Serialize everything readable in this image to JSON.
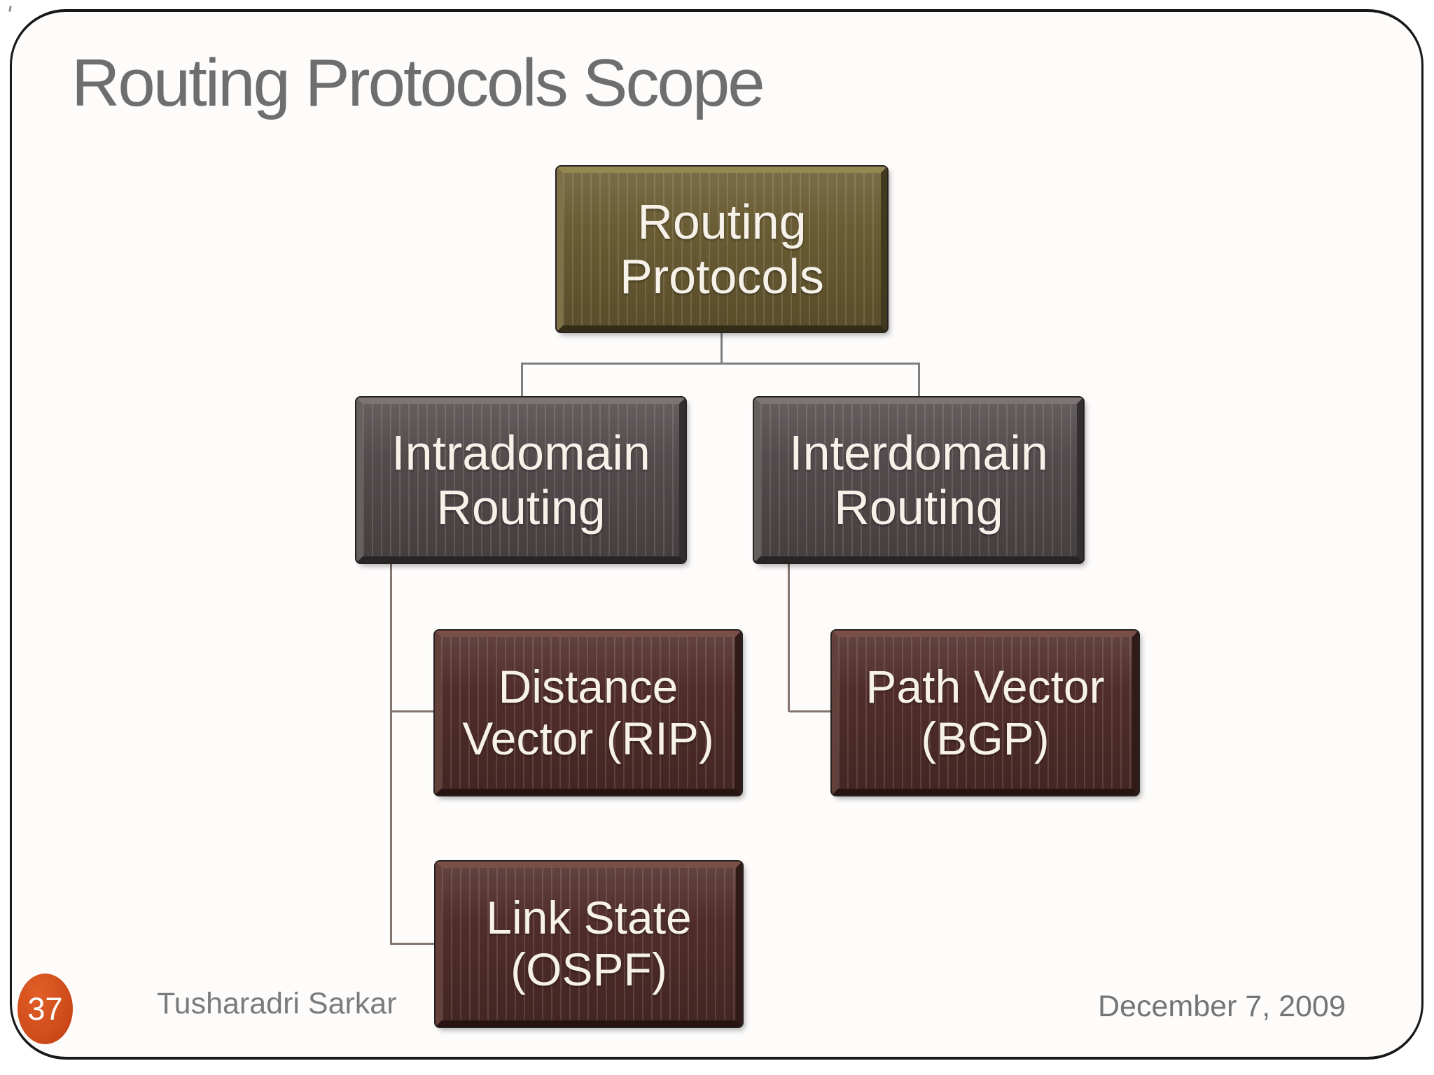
{
  "slide": {
    "title": "Routing Protocols Scope",
    "diagram": {
      "root": {
        "label": "Routing\nProtocols"
      },
      "intradomain": {
        "label": "Intradomain\nRouting"
      },
      "interdomain": {
        "label": "Interdomain\nRouting"
      },
      "distance_vector": {
        "label": "Distance\nVector (RIP)"
      },
      "path_vector": {
        "label": "Path Vector\n(BGP)"
      },
      "link_state": {
        "label": "Link State\n(OSPF)"
      }
    },
    "footer": {
      "page_number": "37",
      "author": "Tusharadri Sarkar",
      "date": "December 7, 2009"
    },
    "colors": {
      "root_box": "#6a5c33",
      "level2_box": "#534b4c",
      "level3_box": "#502d2a",
      "box_text": "#f7f2e9",
      "title_text": "#6e6e6e",
      "footer_text": "#7b7b7b",
      "page_badge": "#d14e1d",
      "connector": "#7f7f7f",
      "slide_border": "#181818"
    }
  }
}
